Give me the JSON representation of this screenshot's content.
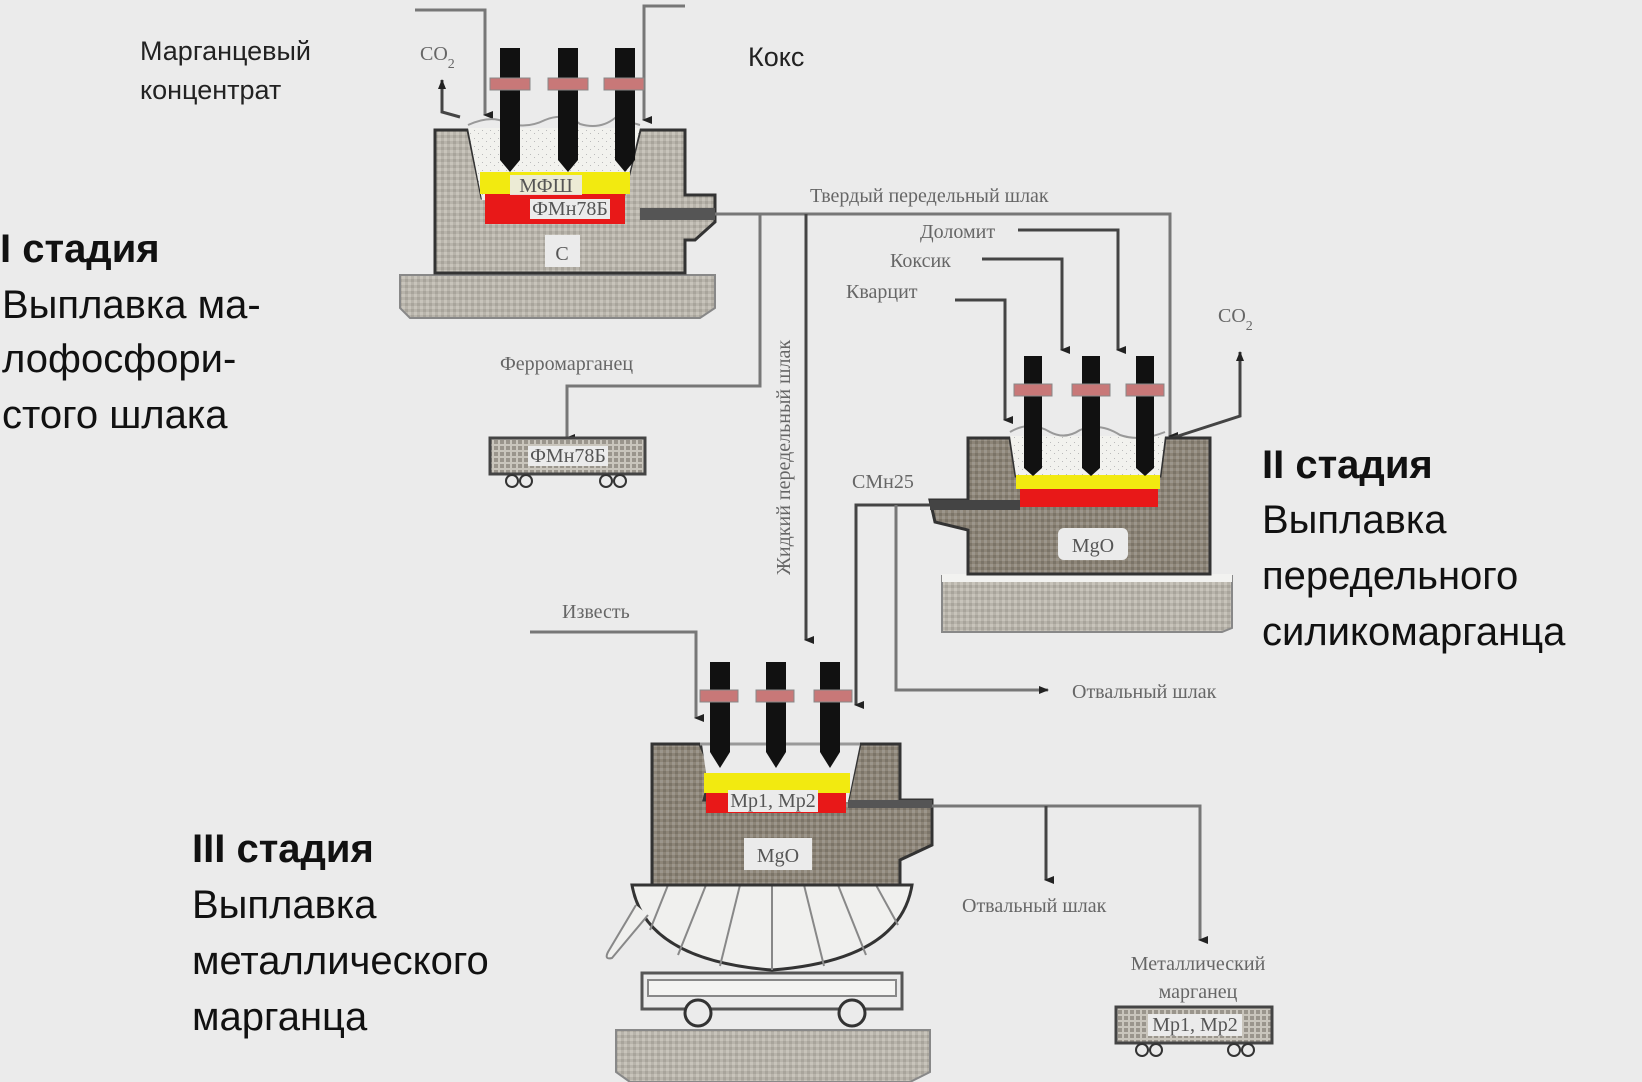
{
  "colors": {
    "background": "#ebebeb",
    "furnace_body": "#8a8276",
    "furnace_body_light": "#b8b4ab",
    "electrode": "#111111",
    "electrode_clamp": "#c87878",
    "slag_layer": "#f2ea10",
    "metal_layer": "#e81818",
    "charge": "#f4f4f0",
    "line": "#777777"
  },
  "stages": [
    {
      "title": "I стадия",
      "description_lines": [
        "Выплавка ма-",
        "лофосфори-",
        "стого шлака"
      ],
      "furnace": {
        "slag_label": "МФШ",
        "metal_label": "ФМн78Б",
        "lining_label": "С"
      },
      "inputs": [
        "Марганцевый концентрат",
        "Кокс"
      ],
      "input_label_lines": [
        [
          "Марганцевый",
          "концентрат"
        ],
        [
          "Кокс"
        ]
      ],
      "gas_output": "CO",
      "gas_subscript": "2",
      "product_label": "Ферромарганец",
      "product_car_label": "ФМн78Б"
    },
    {
      "title": "II стадия",
      "description_lines": [
        "Выплавка",
        "передельного",
        "силикомарганца"
      ],
      "furnace": {
        "lining_label": "MgO"
      },
      "inputs": [
        "Доломит",
        "Коксик",
        "Кварцит"
      ],
      "gas_output": "CO",
      "gas_subscript": "2",
      "product_label": "СМн25",
      "waste_label": "Отвальный шлак"
    },
    {
      "title": "III стадия",
      "description_lines": [
        "Выплавка",
        "металлического",
        "марганца"
      ],
      "furnace": {
        "metal_label": "Мр1, Мр2",
        "lining_label": "MgO"
      },
      "inputs": [
        "Известь"
      ],
      "waste_label": "Отвальный шлак",
      "product_label_lines": [
        "Металлический",
        "марганец"
      ],
      "product_car_label": "Мр1, Мр2"
    }
  ],
  "flows": {
    "solid_slag": "Твердый передельный шлак",
    "liquid_slag": "Жидкий передельный шлак"
  }
}
